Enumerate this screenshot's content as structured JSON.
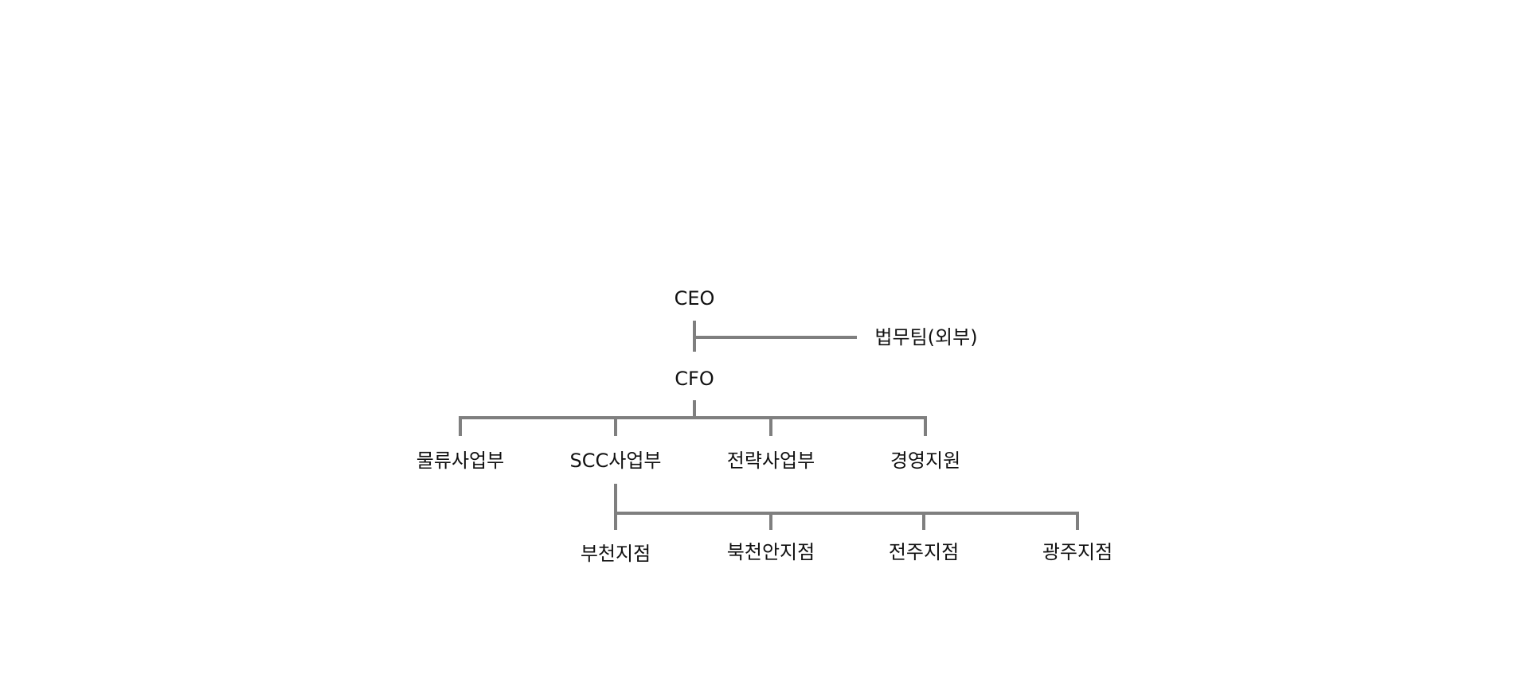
{
  "colors": {
    "line": "#7f7f7f",
    "text": "#111111",
    "background": "#ffffff"
  },
  "nodes": {
    "ceo": "CEO",
    "legal": "법무팀(외부)",
    "cfo": "CFO",
    "logistics": "물류사업부",
    "scc": "SCC사업부",
    "strategy": "전략사업부",
    "management": "경영지원",
    "bucheon": "부천지점",
    "bukcheonan": "북천안지점",
    "jeonju": "전주지점",
    "gwangju": "광주지점"
  }
}
